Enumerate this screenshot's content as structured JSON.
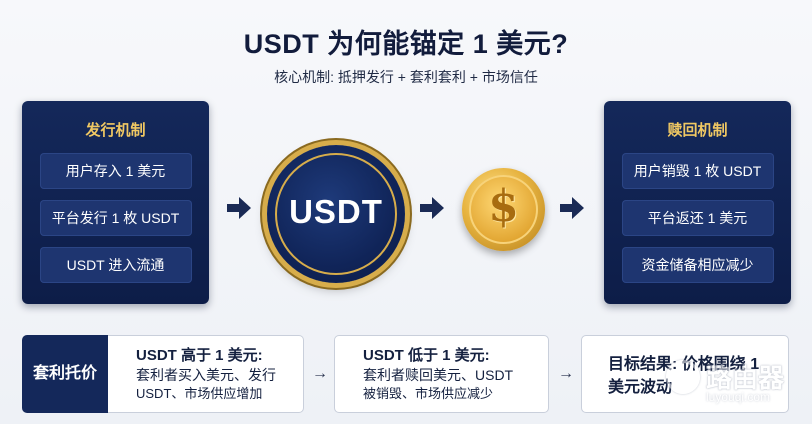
{
  "header": {
    "title": "USDT 为何能锚定 1 美元?",
    "subtitle": "核心机制: 抵押发行 + 套利套利 + 市场信任"
  },
  "issuance": {
    "title": "发行机制",
    "items": [
      "用户存入 1 美元",
      "平台发行 1 枚 USDT",
      "USDT 进入流通"
    ]
  },
  "center": {
    "usdt_label": "USDT",
    "dollar_symbol": "$"
  },
  "redemption": {
    "title": "赎回机制",
    "items": [
      "用户销毁 1 枚 USDT",
      "平台返还 1 美元",
      "资金储备相应减少"
    ]
  },
  "arbitrage": {
    "label": "套利托价",
    "card1": {
      "heading": "USDT 高于 1 美元:",
      "line2": "套利者买入美元、发行",
      "line3": "USDT、市场供应增加"
    },
    "card2": {
      "heading": "USDT 低于 1 美元:",
      "line2": "套利者赎回美元、USDT",
      "line3": "被销毁、市场供应减少"
    },
    "card3": {
      "line1": "目标结果: 价格围绕 1",
      "line2": "美元波动"
    },
    "arrow_glyph": "→"
  },
  "watermark": {
    "text": "路由器",
    "url": "luyouqi.com"
  },
  "colors": {
    "navy": "#14285a",
    "gold": "#f0c863",
    "coin_gold": "#e7b441"
  }
}
